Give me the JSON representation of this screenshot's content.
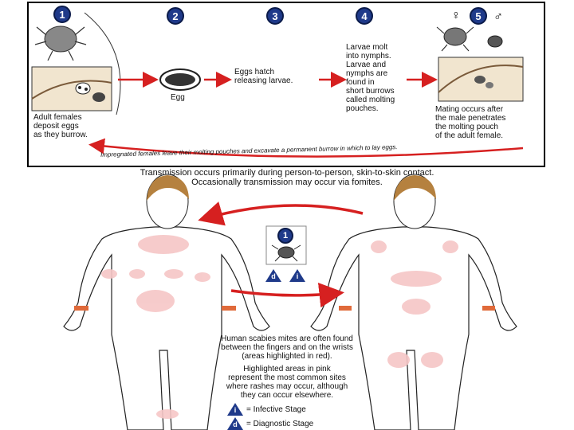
{
  "lifecycle": {
    "stages": [
      {
        "number": "1",
        "caption": "Adult females\ndeposit eggs\nas they burrow."
      },
      {
        "number": "2",
        "caption": "Egg"
      },
      {
        "number": "3",
        "caption": "Eggs hatch\nreleasing larvae."
      },
      {
        "number": "4",
        "caption": "Larvae molt\ninto nymphs.\nLarvae and\nnymphs are\nfound in\nshort burrows\ncalled molting\npouches."
      },
      {
        "number": "5",
        "caption": "Mating occurs after\nthe male penetrates\nthe molting pouch\nof the adult female."
      }
    ],
    "female_symbol": "♀",
    "male_symbol": "♂",
    "return_arrow_text": "Impregnated females leave their molting pouches and excavate a permanent burrow in which to lay eggs."
  },
  "transmission": {
    "line1": "Transmission occurs primarily during person-to-person, skin-to-skin contact.",
    "line2": "Occasionally transmission may occur via fomites.",
    "center_badge": "1",
    "center_tags": [
      "d",
      "i"
    ]
  },
  "notes": {
    "fingers": "Human scabies mites are often found\nbetween the fingers and on the wrists\n(areas highlighted in red).",
    "pink": "Highlighted areas in pink\nrepresent the most common sites\nwhere rashes may occur, although\nthey can occur elsewhere."
  },
  "legend": [
    {
      "tag": "i",
      "label": "= Infective Stage"
    },
    {
      "tag": "d",
      "label": "= Diagnostic Stage"
    }
  ],
  "colors": {
    "badge": "#1f3a8a",
    "arrow": "#d62020",
    "rash": "#f6c6c6",
    "wrist": "#e06a3a",
    "hair": "#b5813f"
  }
}
